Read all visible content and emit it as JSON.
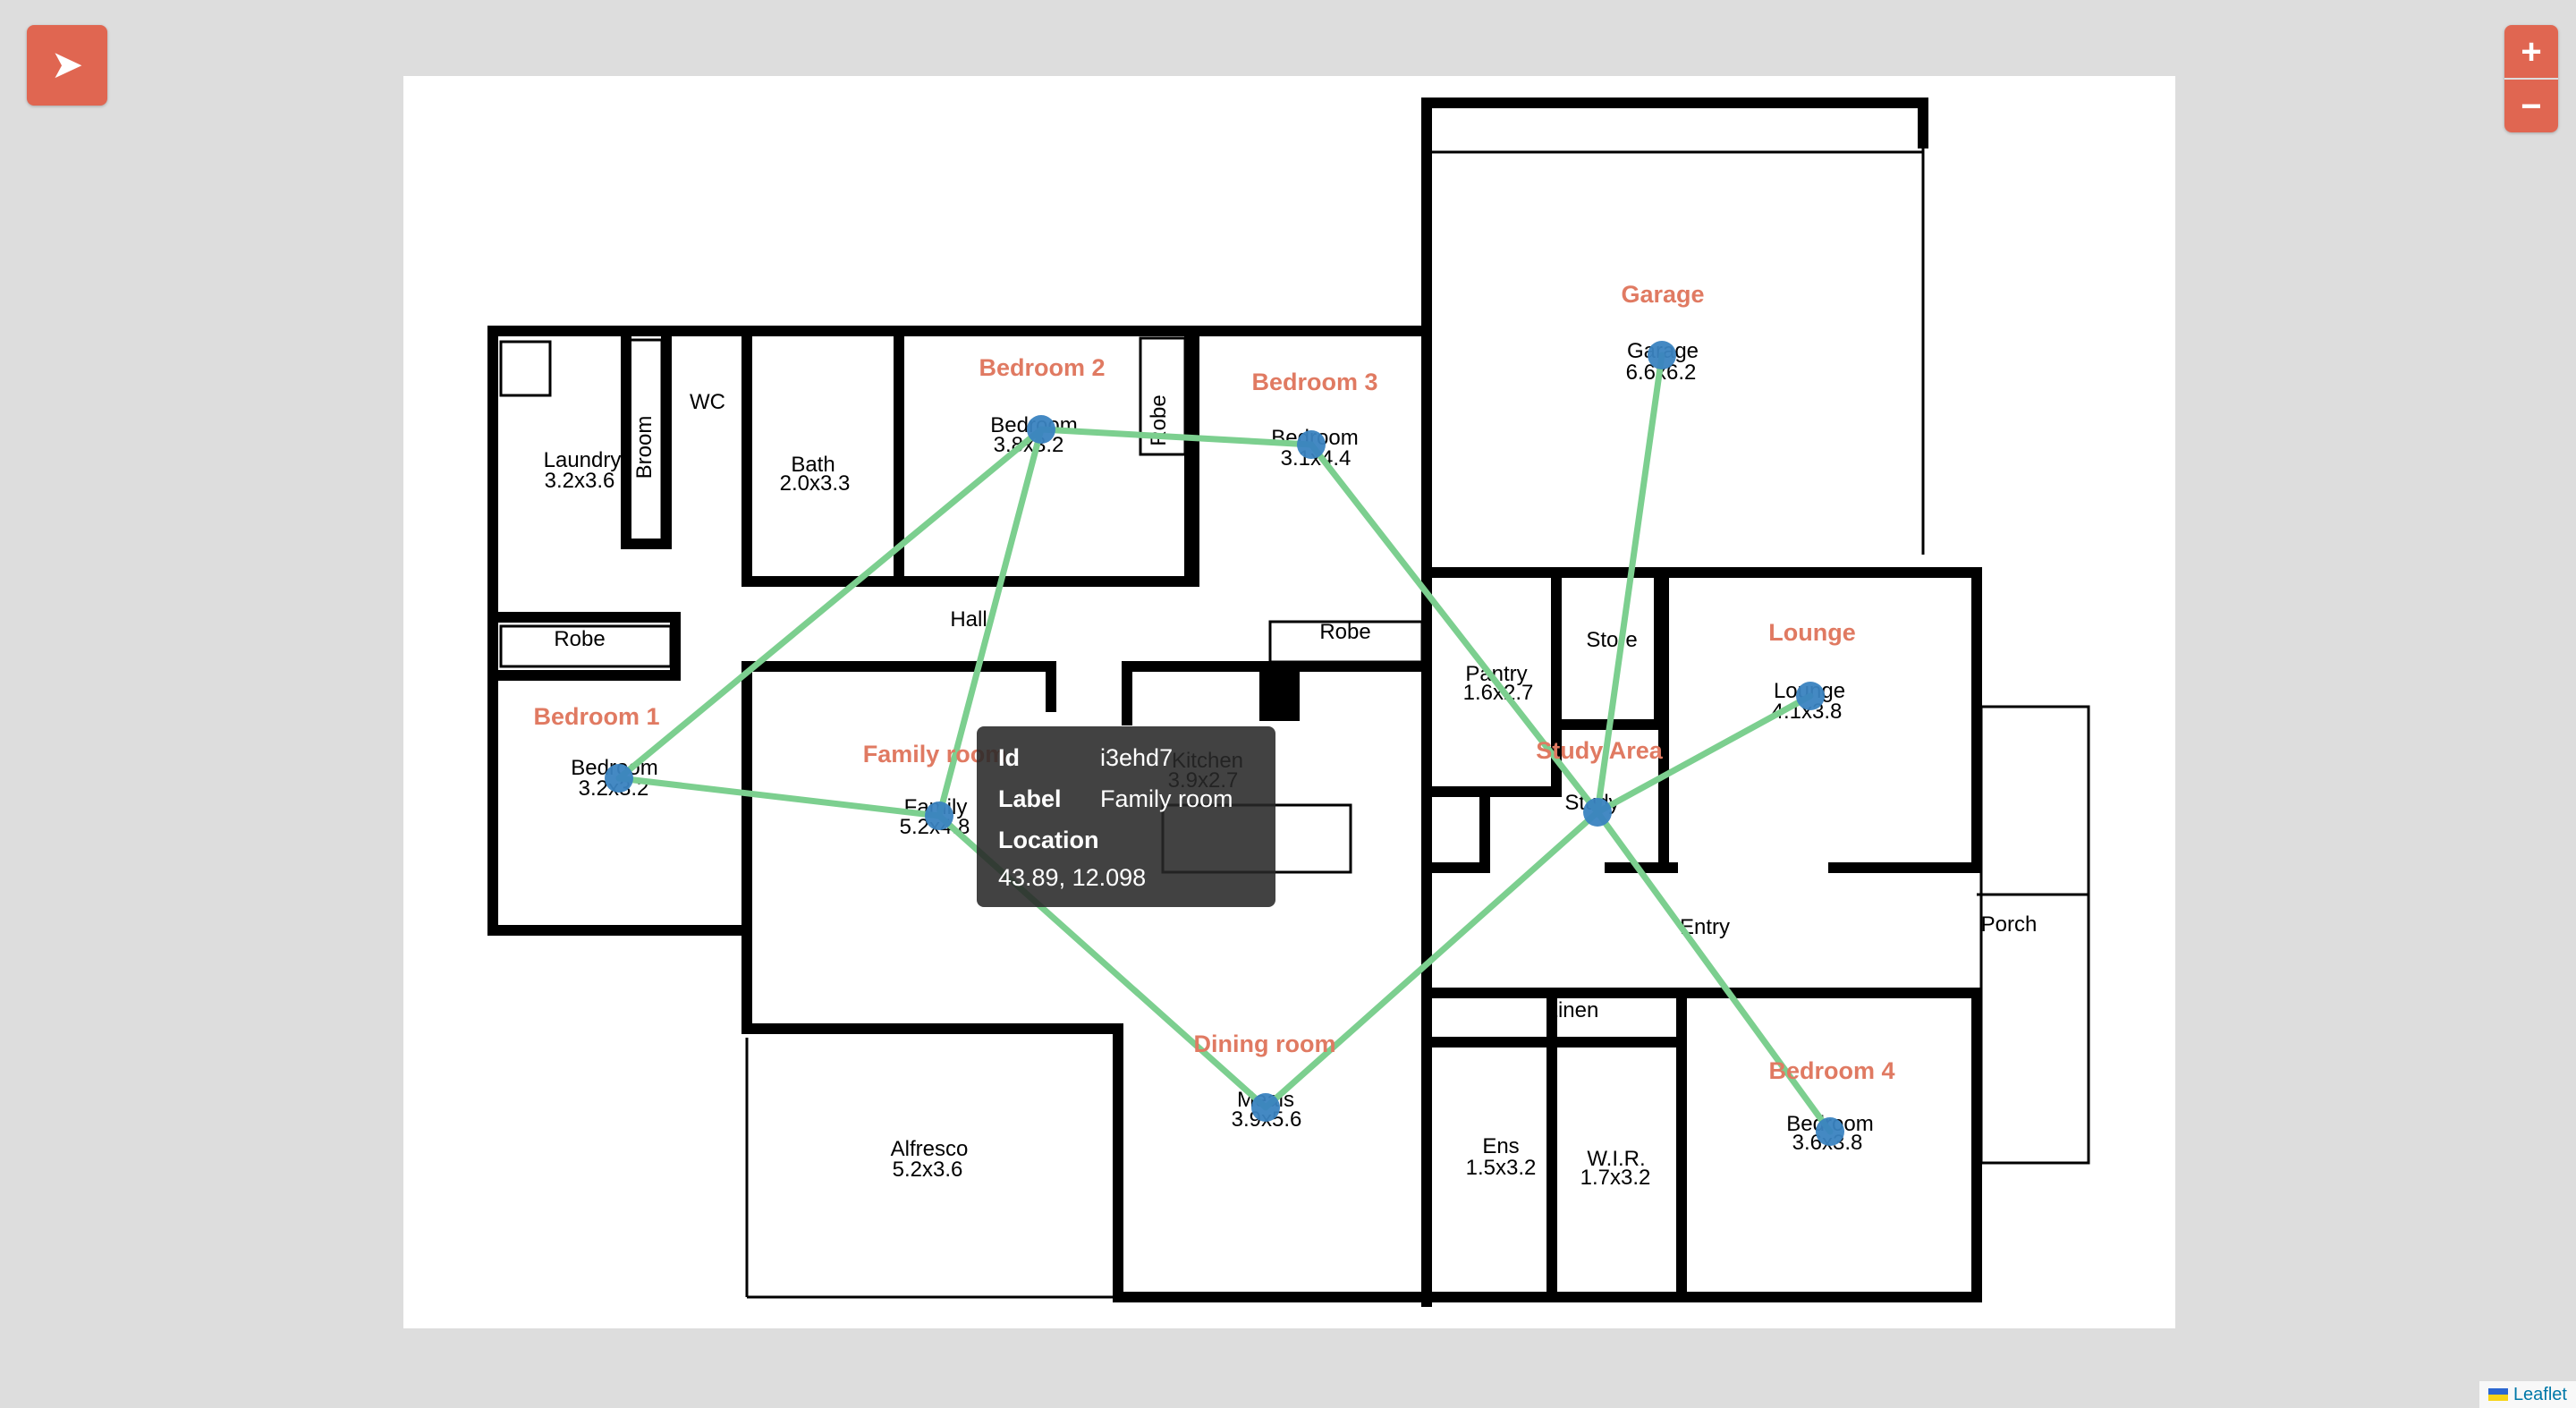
{
  "controls": {
    "send_icon": "send-icon",
    "send_glyph": "➤",
    "zoom_in": "+",
    "zoom_out": "−"
  },
  "colors": {
    "accent": "#e06651",
    "route": "#7ccf8f",
    "marker": "#3a83c0",
    "room_label": "#e07a62"
  },
  "floor_plan_text": {
    "laundry": "Laundry",
    "laundry_dim": "3.2x3.6",
    "broom": "Broom",
    "wc": "WC",
    "bath": "Bath",
    "bath_dim": "2.0x3.3",
    "robe_1": "Robe",
    "robe_2": "Robe",
    "robe_3": "Robe",
    "hall": "Hall",
    "bedroom1": "Bedroom",
    "bedroom1_dim": "3.2x3.2",
    "bedroom2": "Bedroom",
    "bedroom2_dim": "3.8x3.2",
    "bedroom3": "Bedroom",
    "bedroom3_dim": "3.1x4.4",
    "bedroom4": "Bedroom",
    "bedroom4_dim": "3.6x3.8",
    "garage": "Garage",
    "garage_dim": "6.6x6.2",
    "pantry": "Pantry",
    "pantry_dim": "1.6x2.7",
    "store": "Store",
    "lounge": "Lounge",
    "lounge_dim": "4.1x3.8",
    "study": "Study",
    "family": "Family",
    "family_dim": "5.2x4.8",
    "kitchen": "Kitchen",
    "kitchen_dim": "3.9x2.7",
    "entry": "Entry",
    "porch": "Porch",
    "linen": "Linen",
    "ens": "Ens",
    "ens_dim": "1.5x3.2",
    "wir": "W.I.R.",
    "wir_dim": "1.7x3.2",
    "meals": "Meals",
    "meals_dim": "3.9x5.6",
    "alfresco": "Alfresco",
    "alfresco_dim": "5.2x3.6"
  },
  "nodes": [
    {
      "id": "bedroom1",
      "label": "Bedroom 1"
    },
    {
      "id": "bedroom2",
      "label": "Bedroom 2"
    },
    {
      "id": "bedroom3",
      "label": "Bedroom 3"
    },
    {
      "id": "garage",
      "label": "Garage"
    },
    {
      "id": "lounge",
      "label": "Lounge"
    },
    {
      "id": "study",
      "label": "Study Area"
    },
    {
      "id": "family",
      "label": "Family room"
    },
    {
      "id": "dining",
      "label": "Dining room"
    },
    {
      "id": "bedroom4",
      "label": "Bedroom 4"
    }
  ],
  "edges": [
    [
      "bedroom1",
      "family"
    ],
    [
      "bedroom1",
      "bedroom2"
    ],
    [
      "bedroom2",
      "family"
    ],
    [
      "bedroom2",
      "bedroom3"
    ],
    [
      "bedroom3",
      "study"
    ],
    [
      "garage",
      "study"
    ],
    [
      "lounge",
      "study"
    ],
    [
      "family",
      "dining"
    ],
    [
      "dining",
      "study"
    ],
    [
      "study",
      "bedroom4"
    ]
  ],
  "tooltip": {
    "id_label": "Id",
    "id_value": "i3ehd7",
    "label_label": "Label",
    "label_value": "Family room",
    "location_label": "Location",
    "location_value": "43.89, 12.098"
  },
  "attribution": {
    "text": "Leaflet"
  }
}
